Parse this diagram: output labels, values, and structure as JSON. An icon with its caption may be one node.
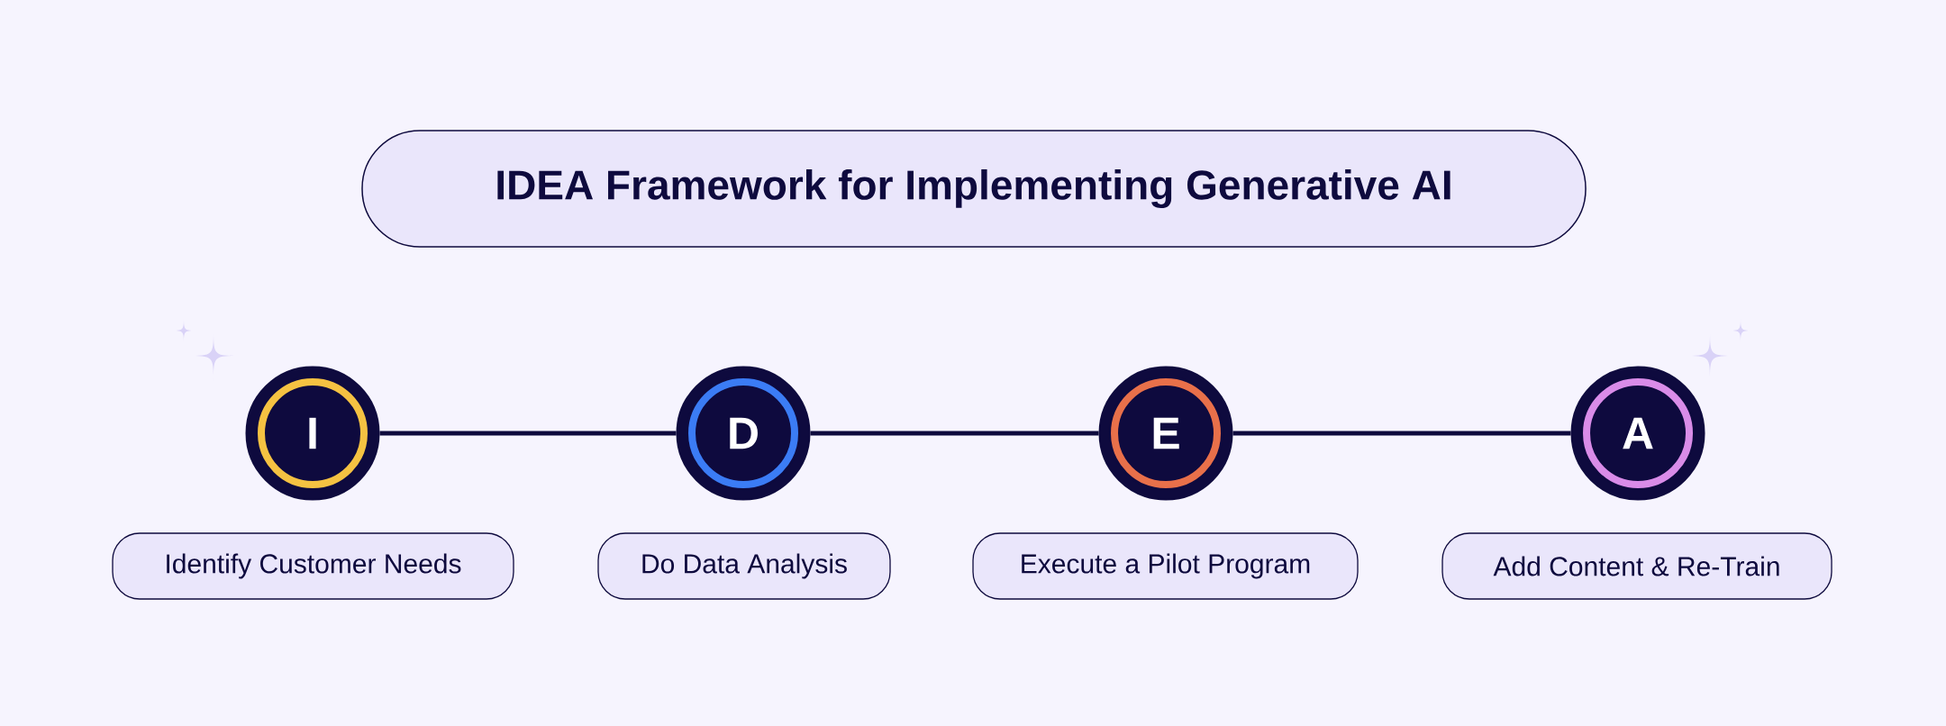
{
  "diagram": {
    "title": "IDEA Framework for Implementing Generative AI",
    "nodes": [
      {
        "text": [
          "I"
        ]
      },
      {
        "text": [
          "D"
        ]
      },
      {
        "text": [
          "E"
        ]
      },
      {
        "text": [
          "A"
        ]
      },
      {
        "text": [
          "Identify Customer Needs"
        ]
      },
      {
        "text": [
          "Do Data Analysis"
        ]
      },
      {
        "text": [
          "Execute a Pilot Program"
        ]
      },
      {
        "text": [
          "Add Content & Re-Train"
        ]
      }
    ],
    "edges": [
      {
        "from": 0,
        "to": 1,
        "arrow": "none"
      },
      {
        "from": 1,
        "to": 2,
        "arrow": "none"
      },
      {
        "from": 2,
        "to": 3,
        "arrow": "none"
      }
    ]
  }
}
